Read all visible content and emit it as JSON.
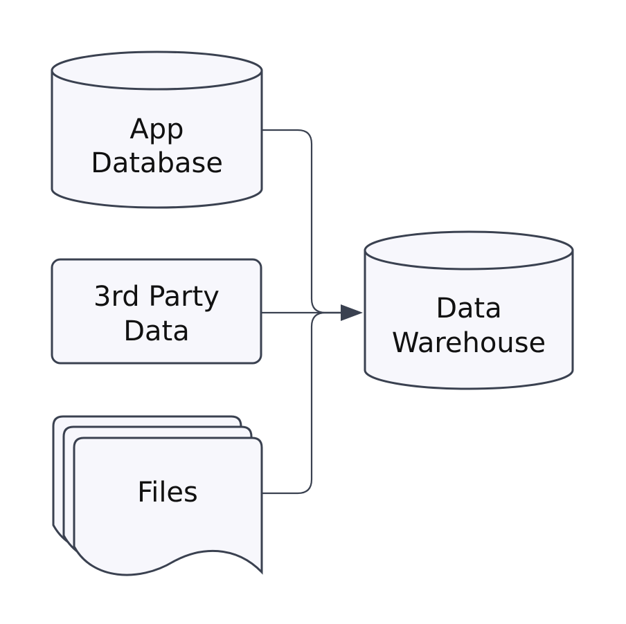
{
  "diagram": {
    "type": "flowchart",
    "direction": "left-to-right",
    "colors": {
      "background": "#ffffff",
      "node_fill": "#f7f7fc",
      "node_stroke": "#3a4150",
      "edge_stroke": "#3a4150",
      "text": "#111111"
    },
    "nodes": [
      {
        "id": "app-database",
        "shape": "cylinder",
        "label": "App Database",
        "label_lines": [
          "App",
          "Database"
        ]
      },
      {
        "id": "third-party-data",
        "shape": "rounded-rectangle",
        "label": "3rd Party Data",
        "label_lines": [
          "3rd Party",
          "Data"
        ]
      },
      {
        "id": "files",
        "shape": "multi-document",
        "label": "Files",
        "label_lines": [
          "Files"
        ]
      },
      {
        "id": "data-warehouse",
        "shape": "cylinder",
        "label": "Data Warehouse",
        "label_lines": [
          "Data",
          "Warehouse"
        ]
      }
    ],
    "edges": [
      {
        "from": "app-database",
        "to": "data-warehouse",
        "style": "solid",
        "arrow": "triangle"
      },
      {
        "from": "third-party-data",
        "to": "data-warehouse",
        "style": "solid",
        "arrow": "triangle"
      },
      {
        "from": "files",
        "to": "data-warehouse",
        "style": "solid",
        "arrow": "triangle"
      }
    ]
  }
}
